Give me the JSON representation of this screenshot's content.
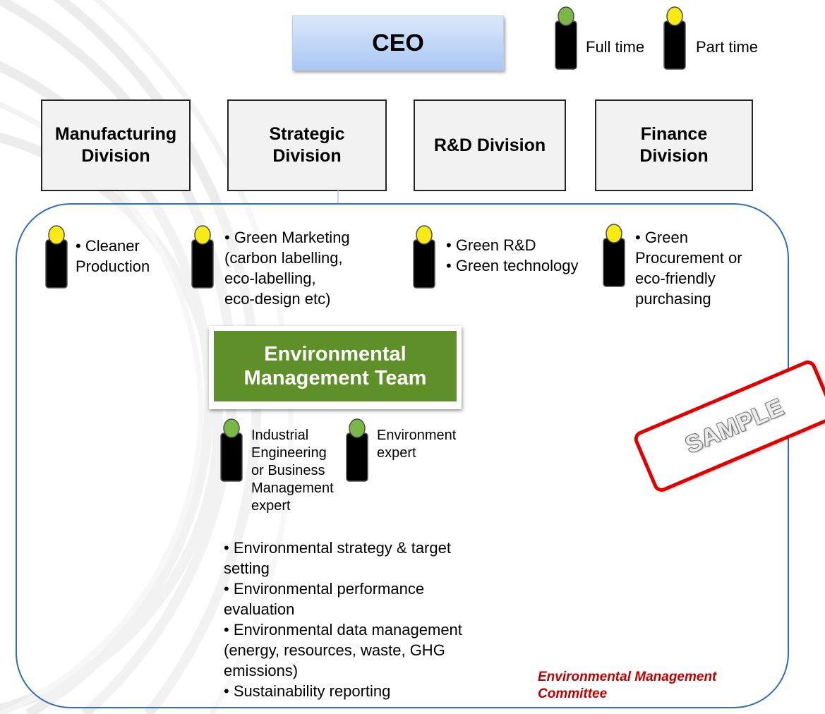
{
  "colors": {
    "full_time": "#7ab648",
    "part_time": "#f7ea15",
    "committee_border": "#2e6fb7",
    "team_green": "#5f8f28",
    "sample_red": "#e00000",
    "committee_label": "#c00000"
  },
  "ceo": {
    "label": "CEO"
  },
  "legend": {
    "full_time_label": "Full time",
    "part_time_label": "Part time"
  },
  "divisions": [
    {
      "label": "Manufacturing\nDivision"
    },
    {
      "label": "Strategic\nDivision"
    },
    {
      "label": "R&D Division"
    },
    {
      "label": "Finance\nDivision"
    }
  ],
  "roles": [
    {
      "staff_type": "part_time",
      "text": "• Cleaner\nProduction"
    },
    {
      "staff_type": "part_time",
      "text": "• Green Marketing\n  (carbon labelling,\n   eco-labelling,\n   eco-design etc)"
    },
    {
      "staff_type": "part_time",
      "text": "• Green R&D\n• Green technology"
    },
    {
      "staff_type": "part_time",
      "text": "• Green\n  Procurement or\n  eco-friendly\n  purchasing"
    }
  ],
  "team": {
    "title": "Environmental\nManagement Team",
    "members": [
      {
        "staff_type": "full_time",
        "text": "Industrial\nEngineering\nor Business\nManagement\nexpert"
      },
      {
        "staff_type": "full_time",
        "text": "Environment\nexpert"
      }
    ],
    "responsibilities": "• Environmental strategy & target\nsetting\n• Environmental performance\nevaluation\n• Environmental data management\n(energy, resources, waste, GHG\nemissions)\n• Sustainability reporting"
  },
  "committee_label": "Environmental Management\nCommittee",
  "stamp": "SAMPLE",
  "icons": [
    "person-full-time-icon",
    "person-part-time-icon"
  ]
}
